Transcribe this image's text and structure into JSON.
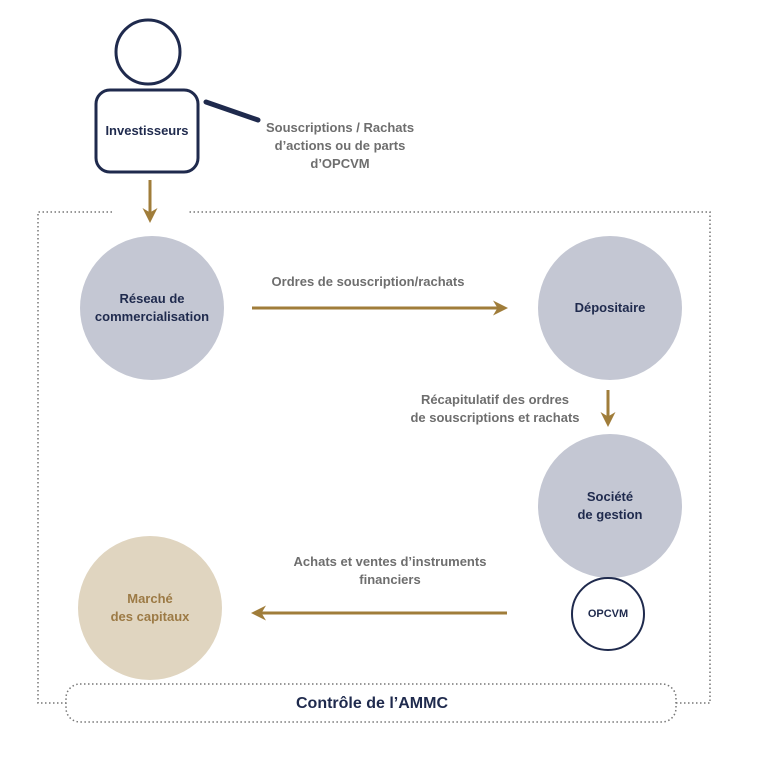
{
  "colors": {
    "navy": "#1f2a4d",
    "gold": "#a07d3a",
    "node_grey": "#c4c7d3",
    "node_tan": "#e0d5c0",
    "label_grey": "#6e6e6e",
    "tan_text": "#9c7a45"
  },
  "investor": {
    "label": "Investisseurs",
    "note_lines": [
      "Souscriptions / Rachats",
      "d’actions ou de parts",
      "d’OPCVM"
    ]
  },
  "nodes": {
    "reseau": [
      "Réseau de",
      "commercialisation"
    ],
    "depositaire": "Dépositaire",
    "societe": [
      "Société",
      "de gestion"
    ],
    "opcvm": "OPCVM",
    "marche": [
      "Marché",
      "des capitaux"
    ]
  },
  "flows": {
    "ordres": "Ordres de souscription/rachats",
    "recap": [
      "Récapitulatif des ordres",
      "de souscriptions et rachats"
    ],
    "achats": [
      "Achats et ventes d’instruments",
      "financiers"
    ]
  },
  "control": "Contrôle de l’AMMC"
}
